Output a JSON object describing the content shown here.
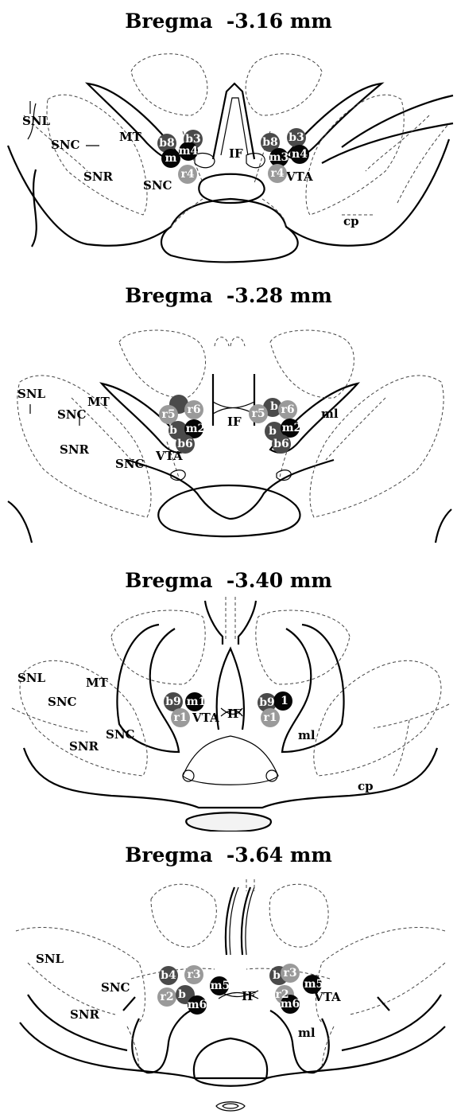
{
  "colors": {
    "b": "#4a4a4a",
    "m": "#050505",
    "r": "#9a9a9a"
  },
  "panels": [
    {
      "title": "Bregma  -3.16 mm",
      "labels": {
        "snl": "SNL",
        "snc": "SNC",
        "mt": "MT",
        "snr": "SNR",
        "snc2": "SNC",
        "if": "IF",
        "vta": "VTA",
        "cp": "cp"
      },
      "markers": [
        {
          "text": "b8",
          "group": "b"
        },
        {
          "text": "b3",
          "group": "b"
        },
        {
          "text": "m4",
          "group": "m"
        },
        {
          "text": "m",
          "group": "m"
        },
        {
          "text": "r4",
          "group": "r"
        },
        {
          "text": "b8",
          "group": "b"
        },
        {
          "text": "b3",
          "group": "b"
        },
        {
          "text": "m3",
          "group": "m"
        },
        {
          "text": "n4",
          "group": "m"
        },
        {
          "text": "r4",
          "group": "r"
        }
      ]
    },
    {
      "title": "Bregma  -3.28 mm",
      "labels": {
        "snl": "SNL",
        "mt": "MT",
        "snc": "SNC",
        "snr": "SNR",
        "snc2": "SNC",
        "vta": "VTA",
        "if": "IF",
        "ml": "ml"
      },
      "markers": [
        {
          "text": "r5",
          "group": "r"
        },
        {
          "text": "r6",
          "group": "r"
        },
        {
          "text": "b",
          "group": "b"
        },
        {
          "text": "m2",
          "group": "m"
        },
        {
          "text": "b6",
          "group": "b"
        },
        {
          "text": "r5",
          "group": "r"
        },
        {
          "text": "b",
          "group": "b"
        },
        {
          "text": "r6",
          "group": "r"
        },
        {
          "text": "b",
          "group": "b"
        },
        {
          "text": "m2",
          "group": "m"
        },
        {
          "text": "b6",
          "group": "b"
        }
      ]
    },
    {
      "title": "Bregma  -3.40 mm",
      "labels": {
        "snl": "SNL",
        "mt": "MT",
        "snc": "SNC",
        "snr": "SNR",
        "snc2": "SNC",
        "vta": "VTA",
        "if": "IF",
        "ml": "ml",
        "cp": "cp"
      },
      "markers": [
        {
          "text": "b9",
          "group": "b"
        },
        {
          "text": "m1",
          "group": "m"
        },
        {
          "text": "r1",
          "group": "r"
        },
        {
          "text": "b9",
          "group": "b"
        },
        {
          "text": "1",
          "group": "m"
        },
        {
          "text": "r1",
          "group": "r"
        }
      ]
    },
    {
      "title": "Bregma  -3.64 mm",
      "labels": {
        "snl": "SNL",
        "snc": "SNC",
        "snr": "SNR",
        "if": "IF",
        "vta": "VTA",
        "ml": "ml"
      },
      "markers": [
        {
          "text": "b4",
          "group": "b"
        },
        {
          "text": "r3",
          "group": "r"
        },
        {
          "text": "r2",
          "group": "r"
        },
        {
          "text": "b",
          "group": "b"
        },
        {
          "text": "m5",
          "group": "m"
        },
        {
          "text": "m6",
          "group": "m"
        },
        {
          "text": "b",
          "group": "b"
        },
        {
          "text": "r3",
          "group": "r"
        },
        {
          "text": "m5",
          "group": "m"
        },
        {
          "text": "r2",
          "group": "r"
        },
        {
          "text": "m6",
          "group": "m"
        }
      ]
    }
  ]
}
